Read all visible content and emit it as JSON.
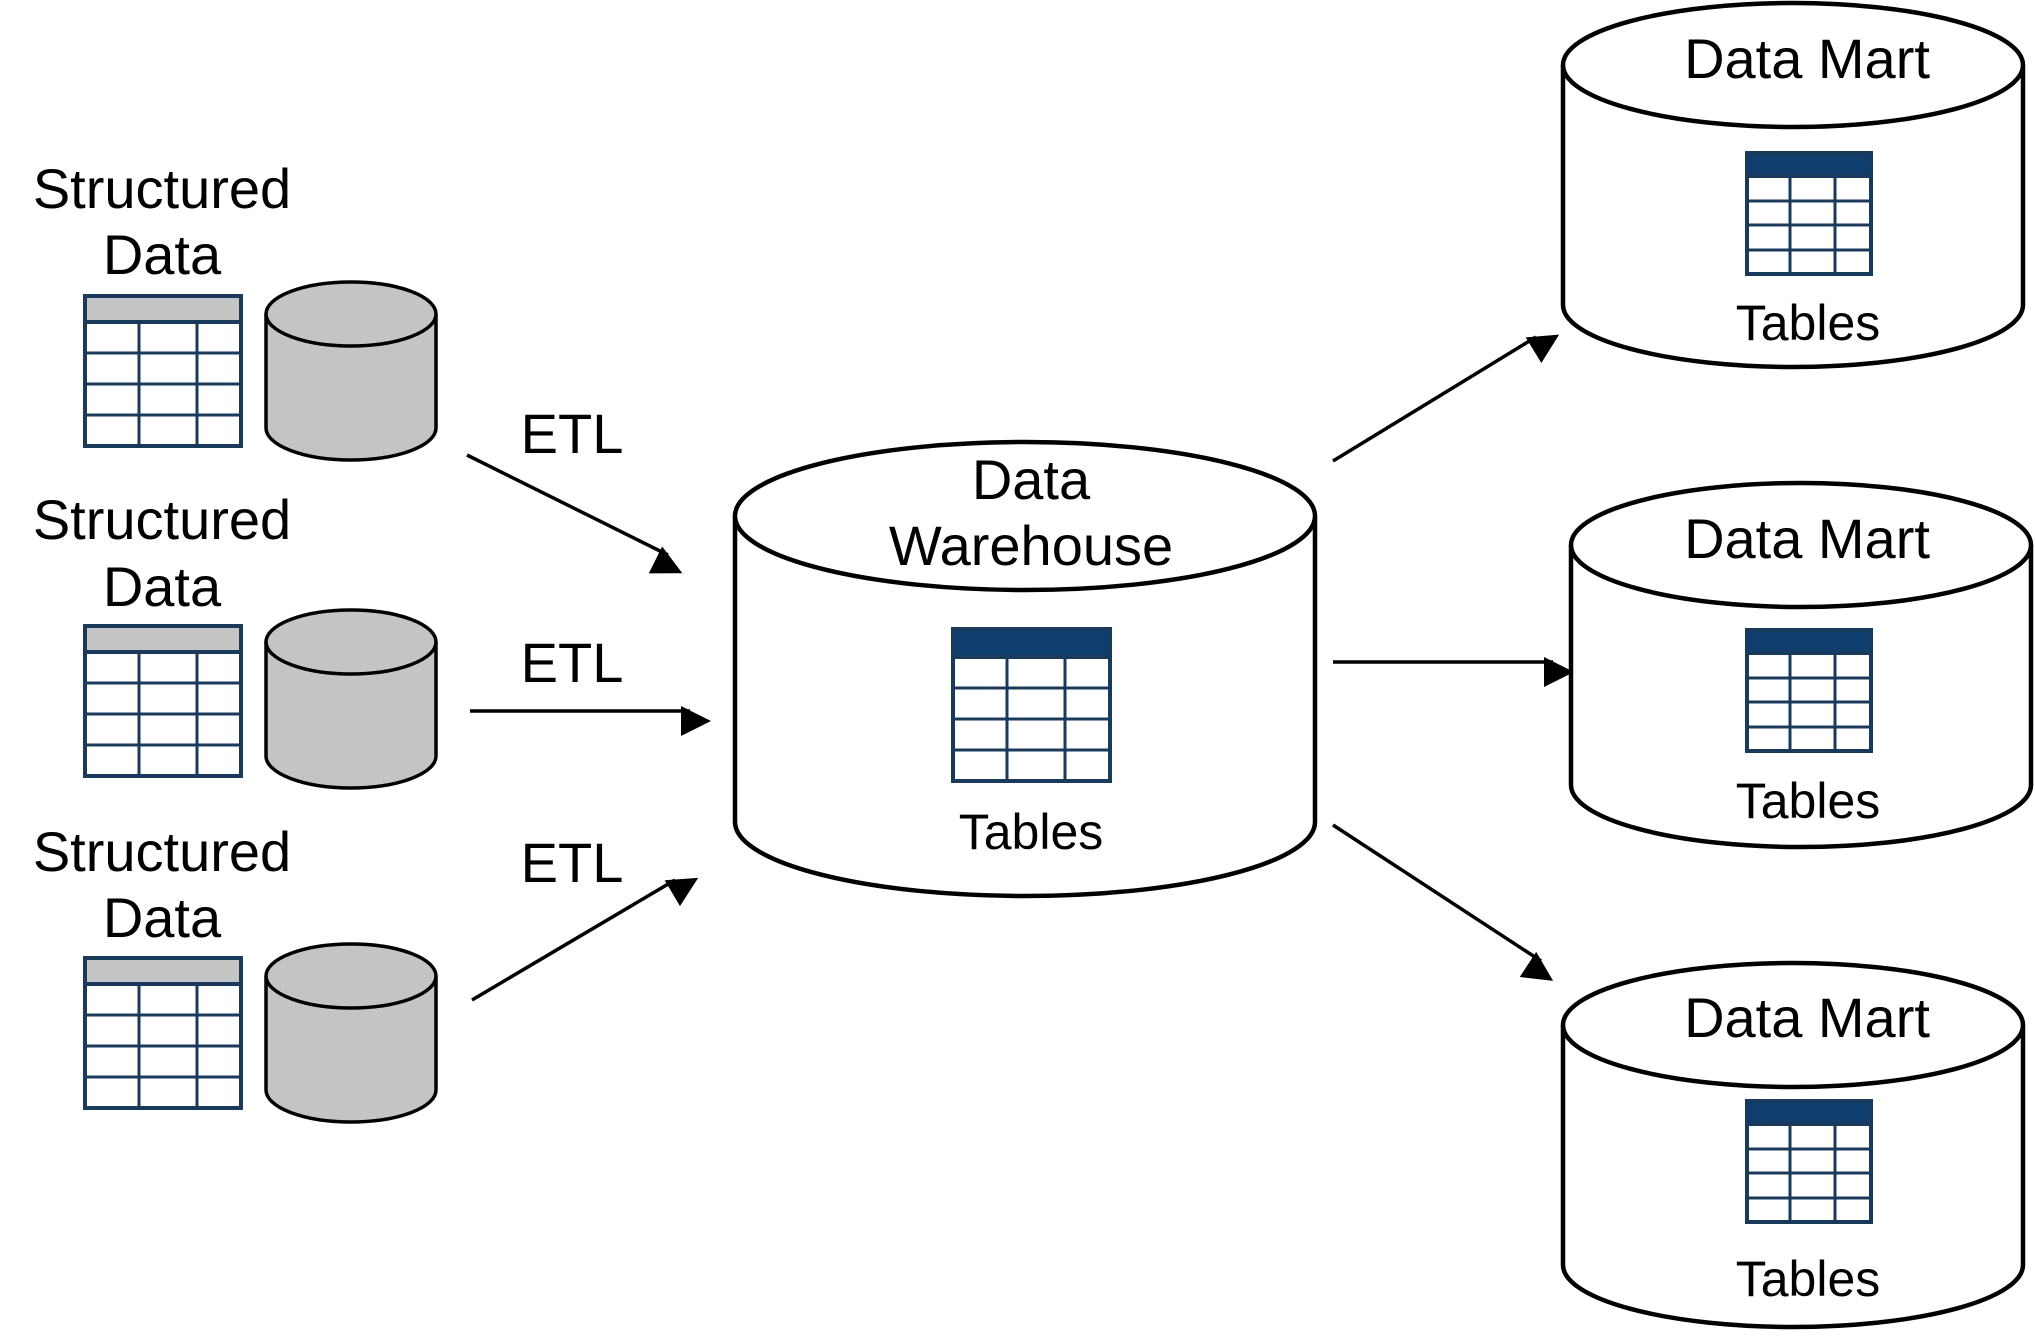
{
  "sources": [
    {
      "label_line1": "Structured",
      "label_line2": "Data",
      "etl_label": "ETL"
    },
    {
      "label_line1": "Structured",
      "label_line2": "Data",
      "etl_label": "ETL"
    },
    {
      "label_line1": "Structured",
      "label_line2": "Data",
      "etl_label": "ETL"
    }
  ],
  "warehouse": {
    "title_line1": "Data",
    "title_line2": "Warehouse",
    "tables_label": "Tables"
  },
  "marts": [
    {
      "title": "Data Mart",
      "tables_label": "Tables"
    },
    {
      "title": "Data Mart",
      "tables_label": "Tables"
    },
    {
      "title": "Data Mart",
      "tables_label": "Tables"
    }
  ],
  "colors": {
    "source_cylinder_fill": "#c4c4c4",
    "source_table_header": "#c4c4c4",
    "table_grid": "#1a3a5c",
    "target_table_header": "#0e3d6e",
    "stroke": "#000000"
  },
  "icons": [
    "table-icon",
    "database-cylinder-icon",
    "arrow-icon"
  ]
}
